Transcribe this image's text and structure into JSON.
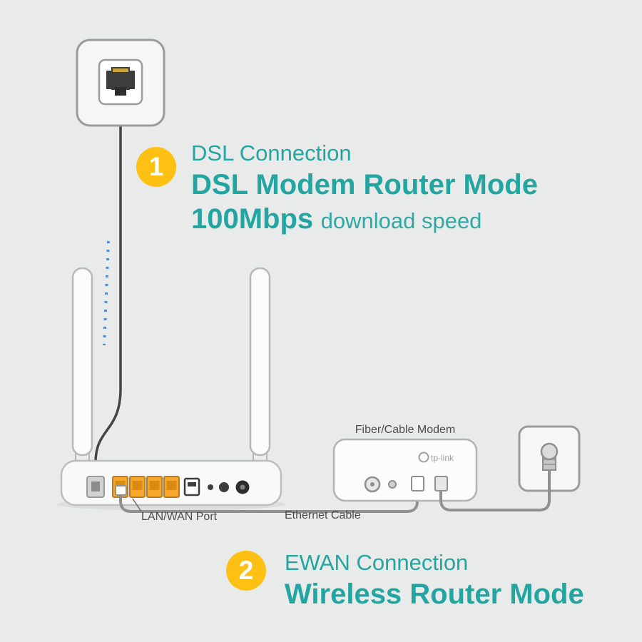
{
  "colors": {
    "background": "#e9eaea",
    "accent_teal": "#23a6a1",
    "badge_yellow": "#fec113",
    "lan_port_orange": "#f7a82b",
    "signal_blue": "#3e86c8"
  },
  "step1": {
    "number": "1",
    "title": "DSL Connection",
    "subtitle": "DSL Modem Router Mode",
    "speed": "100Mbps",
    "speed_note": "download speed"
  },
  "step2": {
    "number": "2",
    "title": "EWAN Connection",
    "subtitle": "Wireless Router Mode"
  },
  "labels": {
    "lan_wan_port": "LAN/WAN Port",
    "ethernet_cable": "Ethernet Cable",
    "modem": "Fiber/Cable Modem",
    "modem_logo": "tp-link"
  }
}
